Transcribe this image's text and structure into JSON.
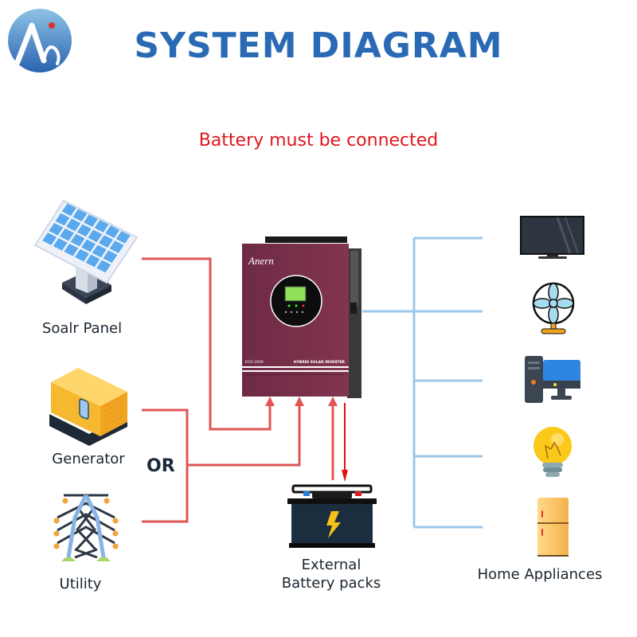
{
  "header": {
    "title": "SYSTEM DIAGRAM",
    "logo_icon": "brand-logo-circle"
  },
  "notice": {
    "text": "Battery must be connected",
    "color": "#e0151e"
  },
  "sources": [
    {
      "label": "Soalr Panel",
      "icon": "solar-panel-icon"
    },
    {
      "label": "Generator",
      "icon": "generator-icon"
    },
    {
      "label": "Utility",
      "icon": "power-tower-icon"
    }
  ],
  "or_label": "OR",
  "inverter": {
    "brand": "Anern",
    "model": "ECO-2000",
    "type_label": "HYBRID SOLAR INVERTER",
    "body_color": "#7a2e4a"
  },
  "battery": {
    "label_line1": "External",
    "label_line2": "Battery packs",
    "icon": "battery-icon"
  },
  "loads": {
    "label": "Home Appliances",
    "items": [
      {
        "name": "tv",
        "icon": "tv-icon"
      },
      {
        "name": "fan",
        "icon": "fan-icon"
      },
      {
        "name": "computer",
        "icon": "computer-icon"
      },
      {
        "name": "light-bulb",
        "icon": "light-bulb-icon"
      },
      {
        "name": "refrigerator",
        "icon": "refrigerator-icon"
      }
    ]
  },
  "colors": {
    "title": "#2a6ab5",
    "input_lines": "#e05555",
    "battery_arrow": "#e01010",
    "output_lines": "#9cc7ea"
  }
}
